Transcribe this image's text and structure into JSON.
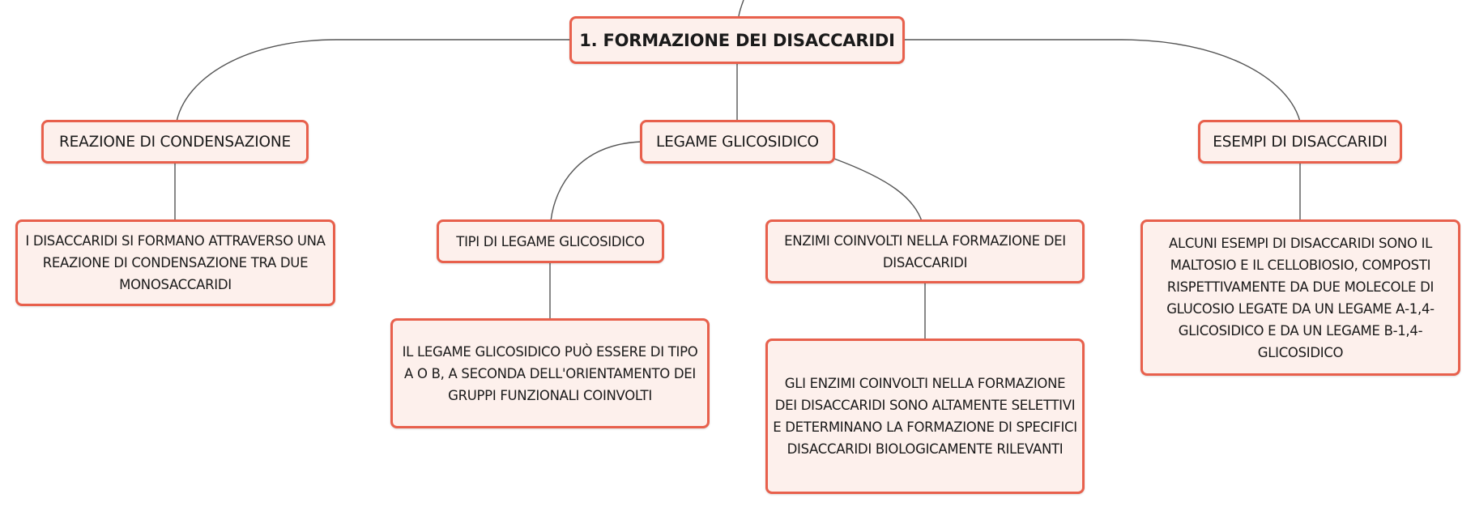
{
  "diagram": {
    "root": {
      "label": "1. FORMAZIONE DEI DISACCARIDI"
    },
    "reazione": {
      "label": "REAZIONE DI CONDENSAZIONE"
    },
    "reazione_desc": {
      "label": "I DISACCARIDI SI FORMANO ATTRAVERSO UNA REAZIONE DI CONDENSAZIONE TRA DUE MONOSACCARIDI"
    },
    "legame": {
      "label": "LEGAME GLICOSIDICO"
    },
    "tipi": {
      "label": "TIPI DI LEGAME GLICOSIDICO"
    },
    "tipi_desc": {
      "label": "IL LEGAME GLICOSIDICO PUÒ ESSERE DI TIPO Α O Β, A SECONDA DELL'ORIENTAMENTO DEI GRUPPI FUNZIONALI COINVOLTI"
    },
    "enzimi": {
      "label": "ENZIMI COINVOLTI NELLA FORMAZIONE DEI DISACCARIDI"
    },
    "enzimi_desc": {
      "label": "GLI ENZIMI COINVOLTI NELLA FORMAZIONE DEI DISACCARIDI SONO ALTAMENTE SELETTIVI E DETERMINANO LA FORMAZIONE DI SPECIFICI DISACCARIDI BIOLOGICAMENTE RILEVANTI"
    },
    "esempi": {
      "label": "ESEMPI DI DISACCARIDI"
    },
    "esempi_desc": {
      "label": "ALCUNI ESEMPI DI DISACCARIDI SONO IL MALTOSIO E IL CELLOBIOSIO, COMPOSTI RISPETTIVAMENTE DA DUE MOLECOLE DI GLUCOSIO LEGATE DA UN LEGAME Α-1,4-GLICOSIDICO E DA UN LEGAME Β-1,4-GLICOSIDICO"
    }
  },
  "colors": {
    "node_border": "#e8604c",
    "node_fill": "#fdf0ec",
    "edge": "#555555"
  }
}
